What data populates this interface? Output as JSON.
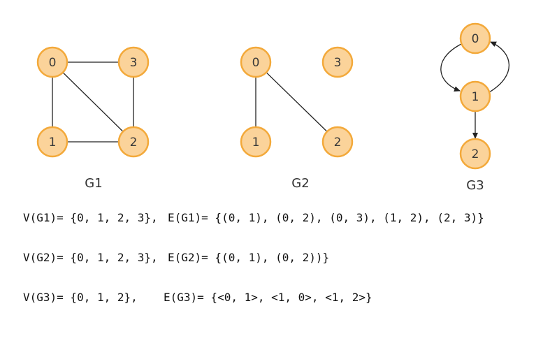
{
  "graphs": [
    {
      "label": "G1",
      "nodes": [
        "0",
        "1",
        "2",
        "3"
      ],
      "edges": [
        [
          "0",
          "1"
        ],
        [
          "0",
          "2"
        ],
        [
          "0",
          "3"
        ],
        [
          "1",
          "2"
        ],
        [
          "2",
          "3"
        ]
      ]
    },
    {
      "label": "G2",
      "nodes": [
        "0",
        "1",
        "2",
        "3"
      ],
      "edges": [
        [
          "0",
          "1"
        ],
        [
          "0",
          "2"
        ]
      ]
    },
    {
      "label": "G3",
      "nodes": [
        "0",
        "1",
        "2"
      ],
      "directed_edges": [
        [
          "0",
          "1"
        ],
        [
          "1",
          "0"
        ],
        [
          "1",
          "2"
        ]
      ]
    }
  ],
  "sets": [
    {
      "v": "V(G1)= {0, 1, 2, 3},",
      "e": "E(G1)= {(0, 1), (0, 2), (0, 3), (1, 2), (2, 3)}"
    },
    {
      "v": "V(G2)= {0, 1, 2, 3},",
      "e": "E(G2)= {(0, 1), (0, 2))}"
    },
    {
      "v": "V(G3)= {0, 1, 2},",
      "e": "E(G3)= {<0, 1>, <1, 0>, <1, 2>}"
    }
  ]
}
